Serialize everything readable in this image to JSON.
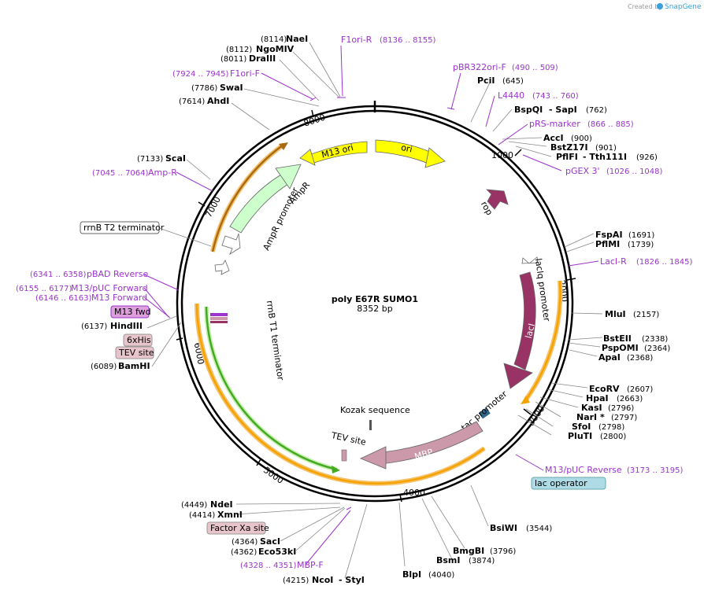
{
  "watermark": "Created by",
  "brand": "SnapGene",
  "plasmid": {
    "name": "poly E67R SUMO1",
    "length": "8352 bp"
  },
  "ticks": [
    "1000",
    "2000",
    "3000",
    "4000",
    "5000",
    "6000",
    "7000",
    "8000"
  ],
  "features": {
    "ori": "ori",
    "m13ori": "M13 ori",
    "ampr": "AmpR",
    "amprprom": "AmpR promoter",
    "rop": "rop",
    "laciqprom": "lacIq promoter",
    "laci": "lacI",
    "tacprom": "tac promoter",
    "mbp": "MBP",
    "kozak": "Kozak sequence",
    "tev": "TEV site",
    "rrnbt1": "rrnB T1 terminator",
    "rrnbt2": "rrnB T2 terminator",
    "m13fwd": "M13 fwd",
    "his": "6xHis",
    "tevbox": "TEV site",
    "factorxa": "Factor Xa site",
    "lacop": "lac operator"
  },
  "sites": {
    "naei": {
      "name": "NaeI",
      "pos": "(8114)"
    },
    "ngomiv": {
      "name": "NgoMIV",
      "pos": "(8112)"
    },
    "draiii": {
      "name": "DraIII",
      "pos": "(8011)"
    },
    "swai": {
      "name": "SwaI",
      "pos": "(7786)"
    },
    "ahdi": {
      "name": "AhdI",
      "pos": "(7614)"
    },
    "scai": {
      "name": "ScaI",
      "pos": "(7133)"
    },
    "hindiii": {
      "name": "HindIII",
      "pos": "(6137)"
    },
    "bamhi": {
      "name": "BamHI",
      "pos": "(6089)"
    },
    "ndei": {
      "name": "NdeI",
      "pos": "(4449)"
    },
    "xmni": {
      "name": "XmnI",
      "pos": "(4414)"
    },
    "saci": {
      "name": "SacI",
      "pos": "(4364)"
    },
    "eco53ki": {
      "name": "Eco53kI",
      "pos": "(4362)"
    },
    "ncoi": {
      "name": "NcoI",
      "pos": "(4215)"
    },
    "styi": {
      "name": "- StyI"
    },
    "blpi": {
      "name": "BlpI",
      "pos": "(4040)"
    },
    "bsmi": {
      "name": "BsmI",
      "pos": "(3874)"
    },
    "bmgbi": {
      "name": "BmgBI",
      "pos": "(3796)"
    },
    "bsiwi": {
      "name": "BsiWI",
      "pos": "(3544)"
    },
    "plutI": {
      "name": "PluTI",
      "pos": "(2800)"
    },
    "sfoi": {
      "name": "SfoI",
      "pos": "(2798)"
    },
    "nari": {
      "name": "NarI *",
      "pos": "(2797)"
    },
    "kasi": {
      "name": "KasI",
      "pos": "(2796)"
    },
    "hpai": {
      "name": "HpaI",
      "pos": "(2663)"
    },
    "ecorv": {
      "name": "EcoRV",
      "pos": "(2607)"
    },
    "apai": {
      "name": "ApaI",
      "pos": "(2368)"
    },
    "psp": {
      "name": "PspOMI",
      "pos": "(2364)"
    },
    "bsteii": {
      "name": "BstEII",
      "pos": "(2338)"
    },
    "mlui": {
      "name": "MluI",
      "pos": "(2157)"
    },
    "pflmi": {
      "name": "PflMI",
      "pos": "(1739)"
    },
    "fspai": {
      "name": "FspAI",
      "pos": "(1691)"
    },
    "pflfi": {
      "name": "PflFI",
      "pos": "(926)"
    },
    "tth": {
      "name": "- Tth111I"
    },
    "bstz": {
      "name": "BstZ17I",
      "pos": "(901)"
    },
    "acci": {
      "name": "AccI",
      "pos": "(900)"
    },
    "bspqi": {
      "name": "BspQI",
      "pos": "(762)"
    },
    "sapi": {
      "name": "- SapI"
    },
    "pcii": {
      "name": "PciI",
      "pos": "(645)"
    }
  },
  "primers": {
    "f1orir": {
      "name": "F1ori-R",
      "pos": "(8136 .. 8155)"
    },
    "f1orif": {
      "name": "F1ori-F",
      "pos": "(7924 .. 7945)"
    },
    "ampr": {
      "name": "Amp-R",
      "pos": "(7045 .. 7064)"
    },
    "pbad": {
      "name": "pBAD Reverse",
      "pos": "(6341 .. 6358)"
    },
    "m13puc": {
      "name": "M13/pUC Forward",
      "pos": "(6155 .. 6177)"
    },
    "m13f": {
      "name": "M13 Forward",
      "pos": "(6146 .. 6163)"
    },
    "mbpf": {
      "name": "MBP-F",
      "pos": "(4328 .. 4351)"
    },
    "m13rev": {
      "name": "M13/pUC Reverse",
      "pos": "(3173 .. 3195)"
    },
    "lacir": {
      "name": "LacI-R",
      "pos": "(1826 .. 1845)"
    },
    "pgex": {
      "name": "pGEX 3'",
      "pos": "(1026 .. 1048)"
    },
    "prs": {
      "name": "pRS-marker",
      "pos": "(866 .. 885)"
    },
    "l4440": {
      "name": "L4440",
      "pos": "(743 .. 760)"
    },
    "pbr": {
      "name": "pBR322ori-F",
      "pos": "(490 .. 509)"
    }
  },
  "colors": {
    "primer": "#9b33cc",
    "ori": "#ffff00",
    "ampr": "#ccffcc",
    "laci": "#993366",
    "mbp": "#cc99aa",
    "orange": "#f5a300",
    "green": "#44aa22"
  }
}
